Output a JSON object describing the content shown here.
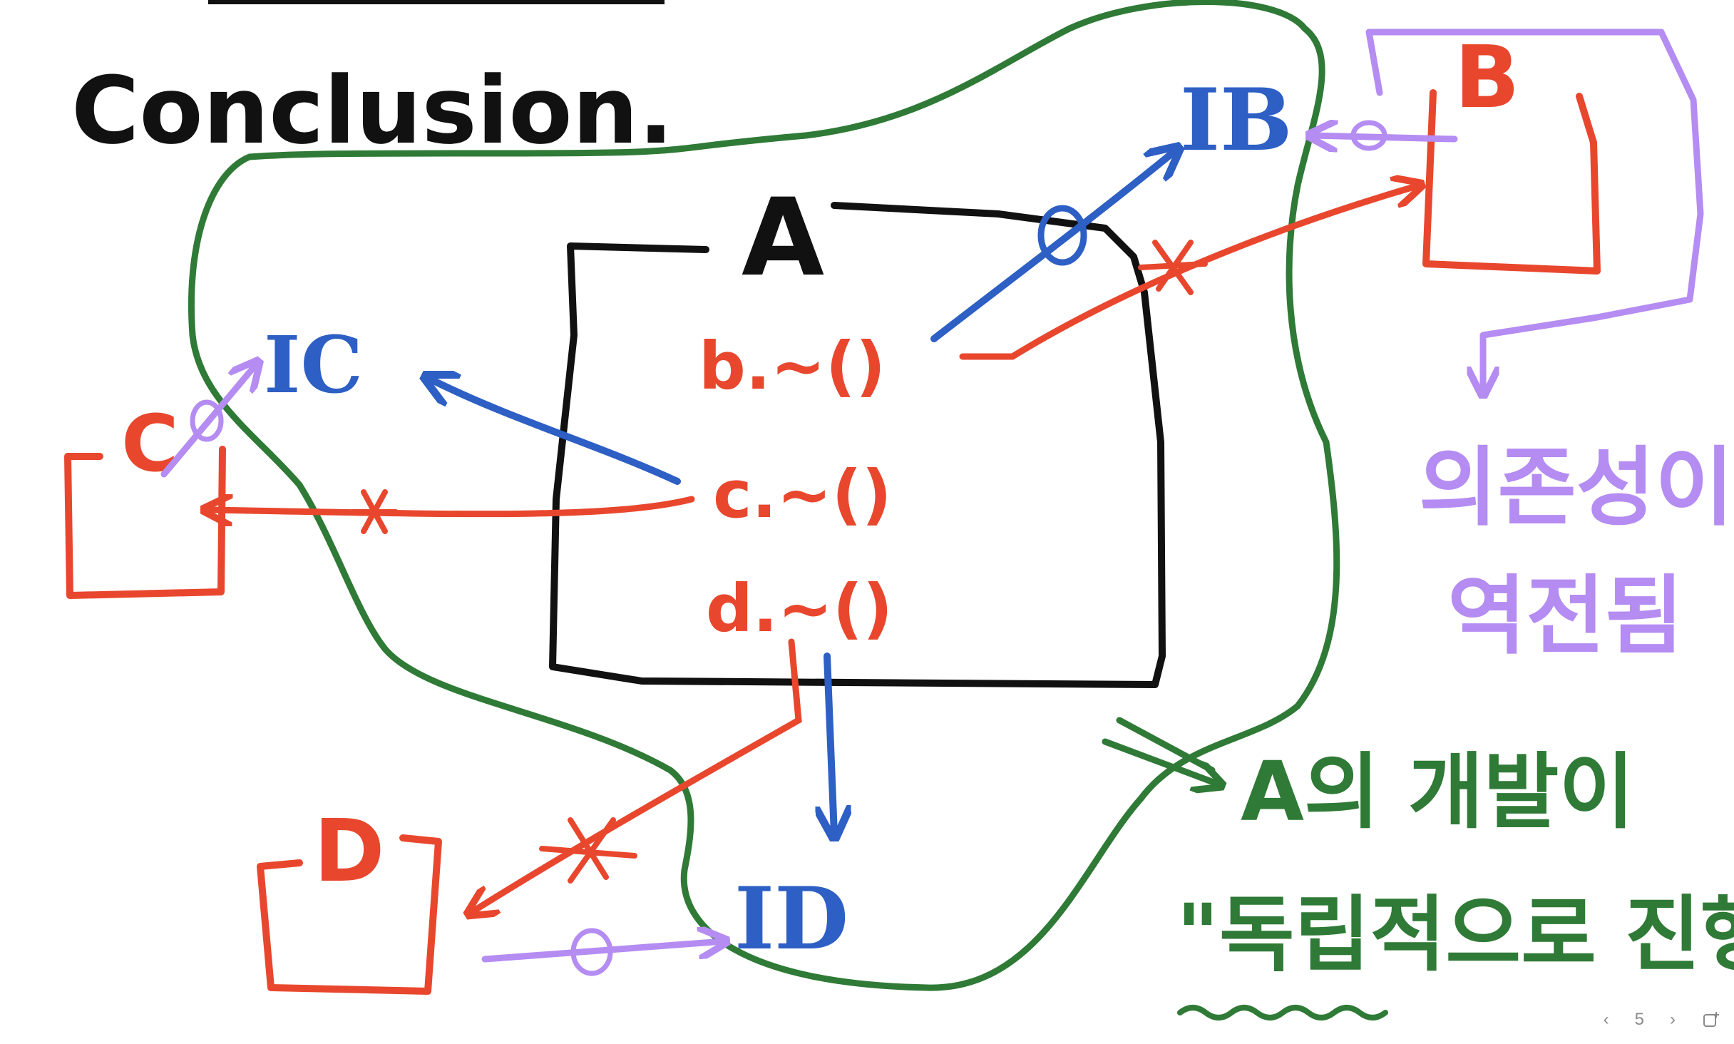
{
  "title": "Conclusion.",
  "nodes": {
    "module_a": "A",
    "method_b": "b.~()",
    "method_c": "c.~()",
    "method_d": "d.~()",
    "interface_b": "IB",
    "interface_c": "IC",
    "interface_d": "ID",
    "class_b": "B",
    "class_c": "C",
    "class_d": "D"
  },
  "notes": {
    "dependency_reversed_line1": "의존성이",
    "dependency_reversed_line2": "역전됨",
    "independent_line1": "A의 개발이",
    "independent_line2": "\"독립적으로 진행\""
  },
  "pager": {
    "prev_icon": "chevron-left-icon",
    "page_number": "5",
    "next_icon": "chevron-right-icon",
    "add_icon": "add-page-icon"
  },
  "colors": {
    "black": "#111111",
    "red": "#e8472e",
    "blue": "#2d5fc4",
    "purple": "#b48cf2",
    "green": "#2f7a36"
  }
}
